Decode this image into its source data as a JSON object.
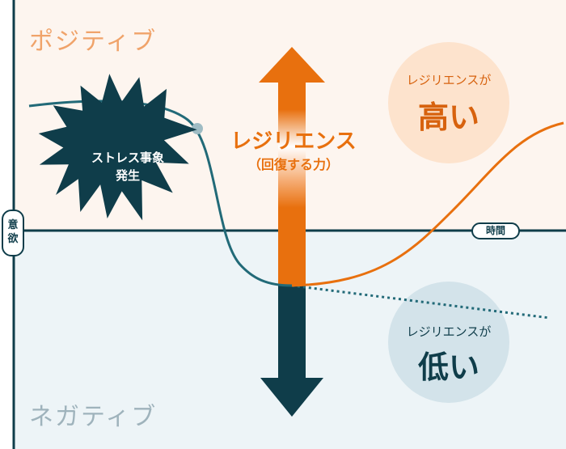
{
  "zones": {
    "positive": "ポジティブ",
    "negative": "ネガティブ"
  },
  "axes": {
    "y_label_line1": "意",
    "y_label_line2": "欲",
    "x_label": "時間"
  },
  "stress_event": {
    "line1": "ストレス事象",
    "line2": "発生"
  },
  "resilience": {
    "title": "レジリエンス",
    "subtitle": "（回復する力）"
  },
  "high_resilience": {
    "label": "レジリエンスが",
    "value": "高い"
  },
  "low_resilience": {
    "label": "レジリエンスが",
    "value": "低い"
  },
  "colors": {
    "positive_bg": "#fdf5ef",
    "negative_bg": "#edf4f7",
    "orange": "#e8700e",
    "dark_teal": "#0f3d4a",
    "curve_teal": "#226a78"
  }
}
